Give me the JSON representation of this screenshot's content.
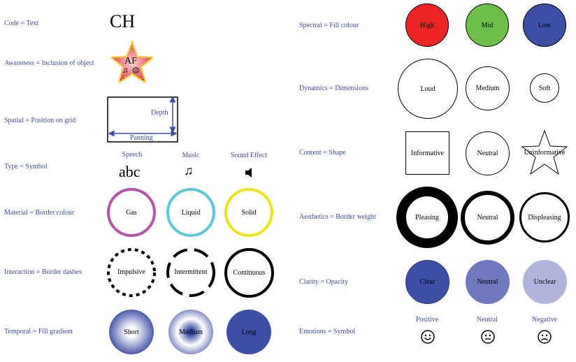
{
  "left": {
    "code": {
      "label": "Code = Text",
      "value": "CH"
    },
    "awareness": {
      "label": "Awareness = Inclusion of object",
      "star_text": "AF"
    },
    "spatial": {
      "label": "Spatial = Position on grid",
      "depth": "Depth",
      "panning": "Panning"
    },
    "type": {
      "label": "Type = Symbol",
      "headers": [
        "Speech",
        "Music",
        "Sound Effect"
      ],
      "speech_symbol": "abc",
      "music_icon": "music-note-icon",
      "sound_icon": "speaker-icon"
    },
    "material": {
      "label": "Material = Border colour",
      "items": [
        {
          "text": "Gas",
          "color": "#b456a8"
        },
        {
          "text": "Liquid",
          "color": "#5cc8d8"
        },
        {
          "text": "Solid",
          "color": "#f0e21a"
        }
      ]
    },
    "interaction": {
      "label": "Interaction = Border dashes",
      "items": [
        "Impulsive",
        "Intermittent",
        "Continuous"
      ]
    },
    "temporal": {
      "label": "Temporal = Fill gradient",
      "items": [
        "Short",
        "Medium",
        "Long"
      ]
    }
  },
  "right": {
    "spectral": {
      "label": "Spectral = Fill colour",
      "items": [
        {
          "text": "High",
          "color": "#ee2424"
        },
        {
          "text": "Mid",
          "color": "#6cc04a"
        },
        {
          "text": "Low",
          "color": "#3c4ea6"
        }
      ]
    },
    "dynamics": {
      "label": "Dynamics = Dimensions",
      "items": [
        "Loud",
        "Medium",
        "Soft"
      ]
    },
    "content": {
      "label": "Content = Shape",
      "items": [
        "Informative",
        "Neutral",
        "Uninformative"
      ]
    },
    "aesthetics": {
      "label": "Aesthetics = Border weight",
      "items": [
        "Pleasing",
        "Neutral",
        "Displeasing"
      ]
    },
    "clarity": {
      "label": "Clarity = Opacity",
      "items": [
        "Clear",
        "Neutral",
        "Unclear"
      ]
    },
    "emotions": {
      "label": "Emotions = Symbol",
      "headers": [
        "Positive",
        "Neutral",
        "Negative"
      ],
      "icons": [
        "smiling-face-icon",
        "neutral-face-icon",
        "frowning-face-icon"
      ]
    }
  },
  "colors": {
    "label_blue": "#3a4ba8",
    "fill_blue": "#3c4ea6"
  }
}
